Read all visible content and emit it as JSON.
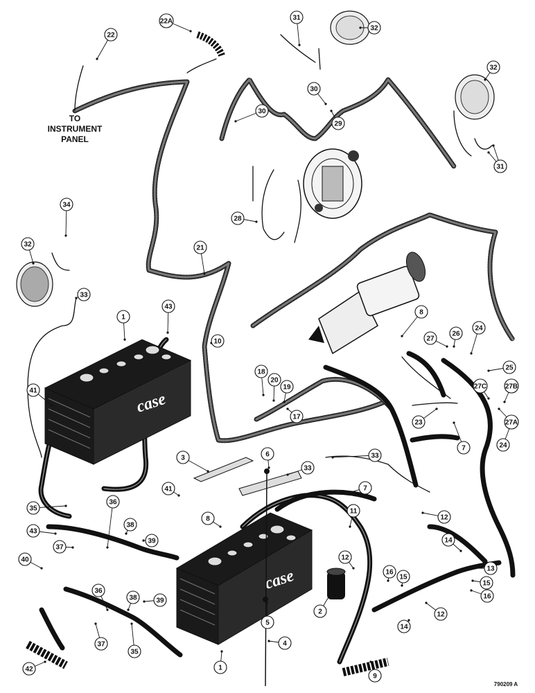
{
  "title": "",
  "side_label": [
    "TO",
    "INSTRUMENT",
    "PANEL"
  ],
  "reference_number": "790209 A",
  "battery_brand": "case",
  "callouts": [
    {
      "label": "22"
    },
    {
      "label": "22A"
    },
    {
      "label": "31"
    },
    {
      "label": "32"
    },
    {
      "label": "30"
    },
    {
      "label": "29"
    },
    {
      "label": "32"
    },
    {
      "label": "31"
    },
    {
      "label": "30"
    },
    {
      "label": "31"
    },
    {
      "label": "28"
    },
    {
      "label": "34"
    },
    {
      "label": "21"
    },
    {
      "label": "32"
    },
    {
      "label": "33"
    },
    {
      "label": "1"
    },
    {
      "label": "43"
    },
    {
      "label": "10"
    },
    {
      "label": "8"
    },
    {
      "label": "27"
    },
    {
      "label": "26"
    },
    {
      "label": "24"
    },
    {
      "label": "25"
    },
    {
      "label": "18"
    },
    {
      "label": "20"
    },
    {
      "label": "19"
    },
    {
      "label": "17"
    },
    {
      "label": "41"
    },
    {
      "label": "27C"
    },
    {
      "label": "27B"
    },
    {
      "label": "27A"
    },
    {
      "label": "23"
    },
    {
      "label": "24"
    },
    {
      "label": "7"
    },
    {
      "label": "3"
    },
    {
      "label": "6"
    },
    {
      "label": "33"
    },
    {
      "label": "33"
    },
    {
      "label": "7"
    },
    {
      "label": "41"
    },
    {
      "label": "35"
    },
    {
      "label": "36"
    },
    {
      "label": "38"
    },
    {
      "label": "39"
    },
    {
      "label": "8"
    },
    {
      "label": "11"
    },
    {
      "label": "12"
    },
    {
      "label": "43"
    },
    {
      "label": "37"
    },
    {
      "label": "14"
    },
    {
      "label": "40"
    },
    {
      "label": "12"
    },
    {
      "label": "13"
    },
    {
      "label": "16"
    },
    {
      "label": "15"
    },
    {
      "label": "15"
    },
    {
      "label": "16"
    },
    {
      "label": "36"
    },
    {
      "label": "38"
    },
    {
      "label": "39"
    },
    {
      "label": "2"
    },
    {
      "label": "12"
    },
    {
      "label": "14"
    },
    {
      "label": "37"
    },
    {
      "label": "35"
    },
    {
      "label": "5"
    },
    {
      "label": "4"
    },
    {
      "label": "1"
    },
    {
      "label": "42"
    },
    {
      "label": "9"
    }
  ]
}
